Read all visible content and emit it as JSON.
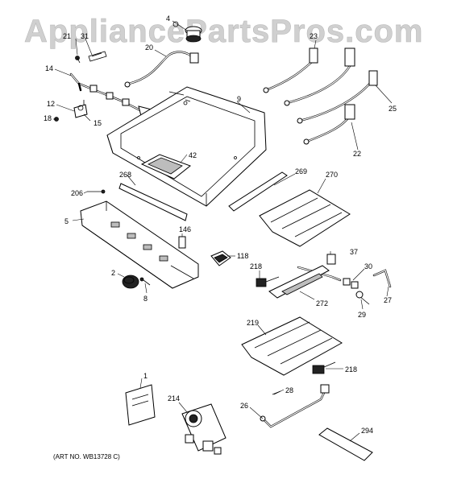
{
  "watermark": "AppliancePartsPros.com",
  "art_number": "(ART NO. WB13728 C)",
  "callouts": {
    "p1": "1",
    "p2": "2",
    "p4": "4",
    "p5": "5",
    "p8": "8",
    "p9": "9",
    "p12": "12",
    "p14": "14",
    "p15": "15",
    "p18": "18",
    "p20": "20",
    "p21": "21",
    "p22": "22",
    "p23": "23",
    "p25": "25",
    "p26": "26",
    "p27": "27",
    "p28": "28",
    "p29": "29",
    "p30": "30",
    "p31": "31",
    "p37": "37",
    "p42": "42",
    "p118": "118",
    "p146": "146",
    "p206": "206",
    "p214": "214",
    "p218a": "218",
    "p218b": "218",
    "p219": "219",
    "p268": "268",
    "p269": "269",
    "p270": "270",
    "p272": "272",
    "p294": "294"
  }
}
